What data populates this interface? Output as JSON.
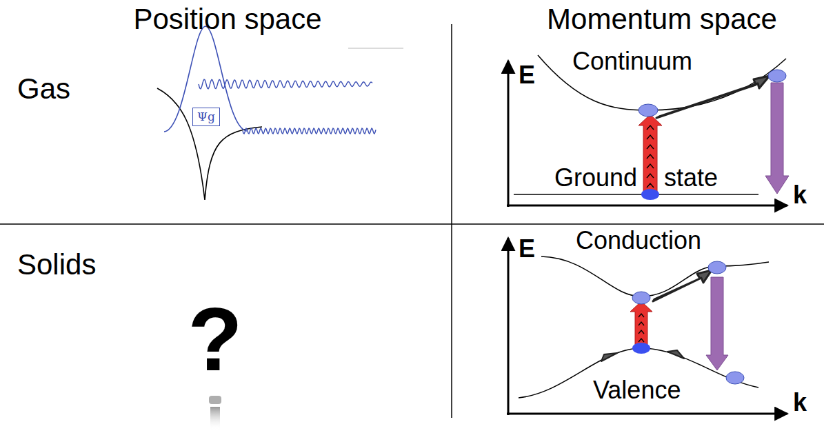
{
  "diagram": {
    "nodes": [
      {
        "text": [
          "Ψg"
        ]
      }
    ],
    "labels": [
      "Position space",
      "Momentum space",
      "Gas",
      "E",
      "Continuum",
      "Ground",
      "state",
      "k",
      "Solids",
      "E",
      "Conduction",
      "?",
      "Valence",
      "k"
    ]
  }
}
